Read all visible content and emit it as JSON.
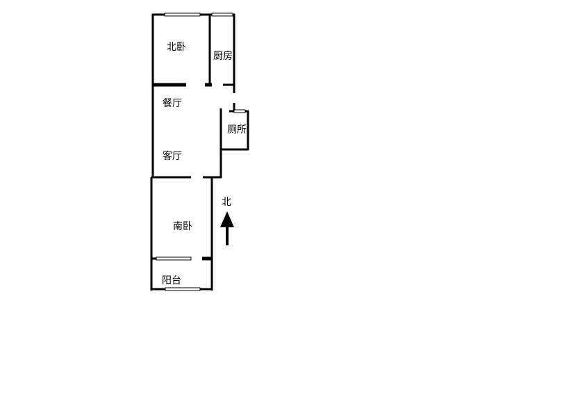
{
  "rooms": {
    "north_bedroom": "北卧",
    "kitchen": "厨房",
    "dining_room": "餐厅",
    "toilet": "厕所",
    "living_room": "客厅",
    "south_bedroom": "南卧",
    "balcony": "阳台"
  },
  "compass": {
    "label": "北"
  }
}
